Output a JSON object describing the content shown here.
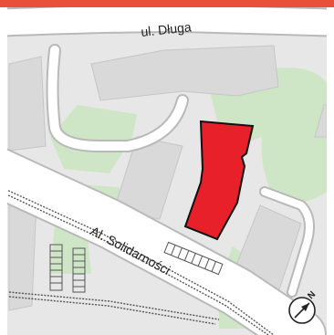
{
  "map": {
    "streets": [
      {
        "id": "dluga",
        "name": "ul. Długa"
      },
      {
        "id": "solidarnosci",
        "name": "Al. Solidarności"
      }
    ],
    "compass": {
      "symbol": "N",
      "icon": "north-arrow-icon"
    },
    "colors": {
      "top_bar": "#e8503a",
      "background": "#e7e7e7",
      "road": "#ffffff",
      "road_edge": "#b9b9b9",
      "building": "#d9d9d9",
      "building_edge": "#c6c6c6",
      "green": "#cfe6c6",
      "highlight_building": "#e8202a",
      "highlight_edge": "#111111",
      "rail": "#555555",
      "frame": "#ffffff"
    }
  }
}
